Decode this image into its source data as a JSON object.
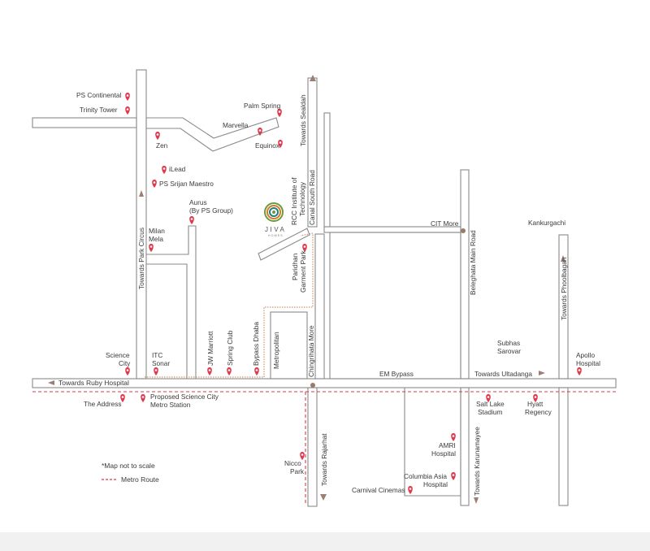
{
  "map": {
    "colors": {
      "road": "#8a8a8a",
      "pin": "#e03a4e",
      "metro": "#d9394d",
      "route": "#c97f52",
      "junction": "#9c7a66",
      "arrow": "#9a7f74",
      "logo_green": "#6c9a3c",
      "logo_orange": "#d47b2a",
      "logo_teal": "#1f7f86",
      "band": "#f1f1f1"
    },
    "logo": {
      "name": "JIVA",
      "sub": "HOMES"
    },
    "landmarks": {
      "ps_continental": "PS Continental",
      "trinity_tower": "Trinity Tower",
      "palm_spring": "Palm Spring",
      "marvella": "Marvella",
      "equinox": "Equinox",
      "zen": "Zen",
      "ilead": "iLead",
      "ps_srijan_maestro": "PS Srijan Maestro",
      "aurus_1": "Aurus",
      "aurus_2": "(By PS Group)",
      "milan_mela_1": "Milan",
      "milan_mela_2": "Mela",
      "rcc_1": "RCC Institute of",
      "rcc_2": "Technology",
      "paridhan_1": "Paridhan",
      "paridhan_2": "Garment Park",
      "cit_more": "CIT More",
      "kankurgachi": "Kankurgachi",
      "science_city_1": "Science",
      "science_city_2": "City",
      "itc_sonar_1": "ITC",
      "itc_sonar_2": "Sonar",
      "jw_marriott": "JW Marriott",
      "spring_club": "Spring Club",
      "bypass_dhaba": "Bypass Dhaba",
      "metropolitan": "Metropolitan",
      "chingrihata_more": "Chingrihata More",
      "subhas_sarovar_1": "Subhas",
      "subhas_sarovar_2": "Sarovar",
      "apollo_1": "Apollo",
      "apollo_2": "Hospital",
      "the_address": "The Address",
      "proposed_1": "Proposed Science City",
      "proposed_2": "Metro Station",
      "salt_lake_1": "Salt Lake",
      "salt_lake_2": "Stadium",
      "hyatt_1": "Hyatt",
      "hyatt_2": "Regency",
      "amri_1": "AMRI",
      "amri_2": "Hospital",
      "columbia_1": "Columbia Asia",
      "columbia_2": "Hospital",
      "carnival": "Carnival Cinemas",
      "nicco_1": "Nicco",
      "nicco_2": "Park"
    },
    "roads": {
      "towards_sealdah": "Towards Sealdah",
      "canal_south_road": "Canal South Road",
      "towards_park_circus": "Towards Park Circus",
      "beleghata_main_road": "Beleghata Main Road",
      "towards_phoolbagan": "Towards Phoolbagan",
      "towards_ruby_hospital": "Towards Ruby Hospital",
      "em_bypass": "EM Bypass",
      "towards_ultadanga": "Towards Ultadanga",
      "towards_rajarhat": "Towards Rajarhat",
      "towards_karunamayee": "Towards Karunamayee"
    },
    "legend": {
      "note": "*Map not to scale",
      "metro_route": "Metro Route"
    }
  }
}
